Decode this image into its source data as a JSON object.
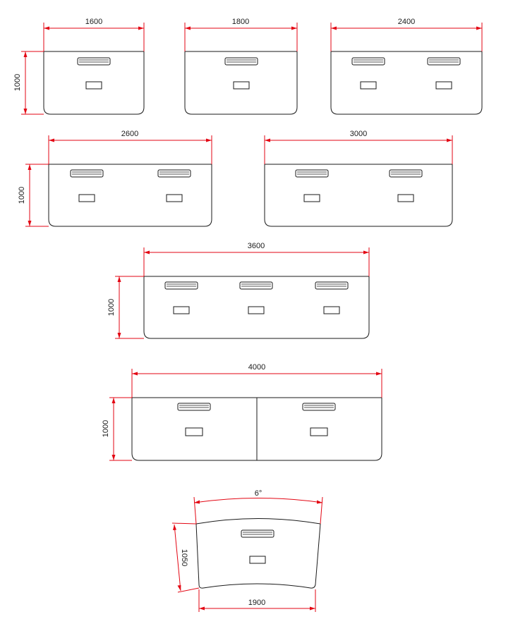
{
  "desks": [
    {
      "id": "desk-1600",
      "width_label": "1600",
      "depth_label": "1000",
      "modules": 1
    },
    {
      "id": "desk-1800",
      "width_label": "1800",
      "depth_label": "",
      "modules": 1
    },
    {
      "id": "desk-2400",
      "width_label": "2400",
      "depth_label": "",
      "modules": 2
    },
    {
      "id": "desk-2600",
      "width_label": "2600",
      "depth_label": "1000",
      "modules": 2
    },
    {
      "id": "desk-3000",
      "width_label": "3000",
      "depth_label": "",
      "modules": 2
    },
    {
      "id": "desk-3600",
      "width_label": "3600",
      "depth_label": "1000",
      "modules": 3
    },
    {
      "id": "desk-4000",
      "width_label": "4000",
      "depth_label": "1000",
      "modules": 2,
      "split_top": true
    },
    {
      "id": "desk-curved",
      "width_label": "1900",
      "depth_label": "1050",
      "angle_label": "6°",
      "modules": 1,
      "curved": true
    }
  ],
  "colors": {
    "dimension": "#e30613",
    "outline": "#1a1a1a",
    "background": "#ffffff"
  }
}
